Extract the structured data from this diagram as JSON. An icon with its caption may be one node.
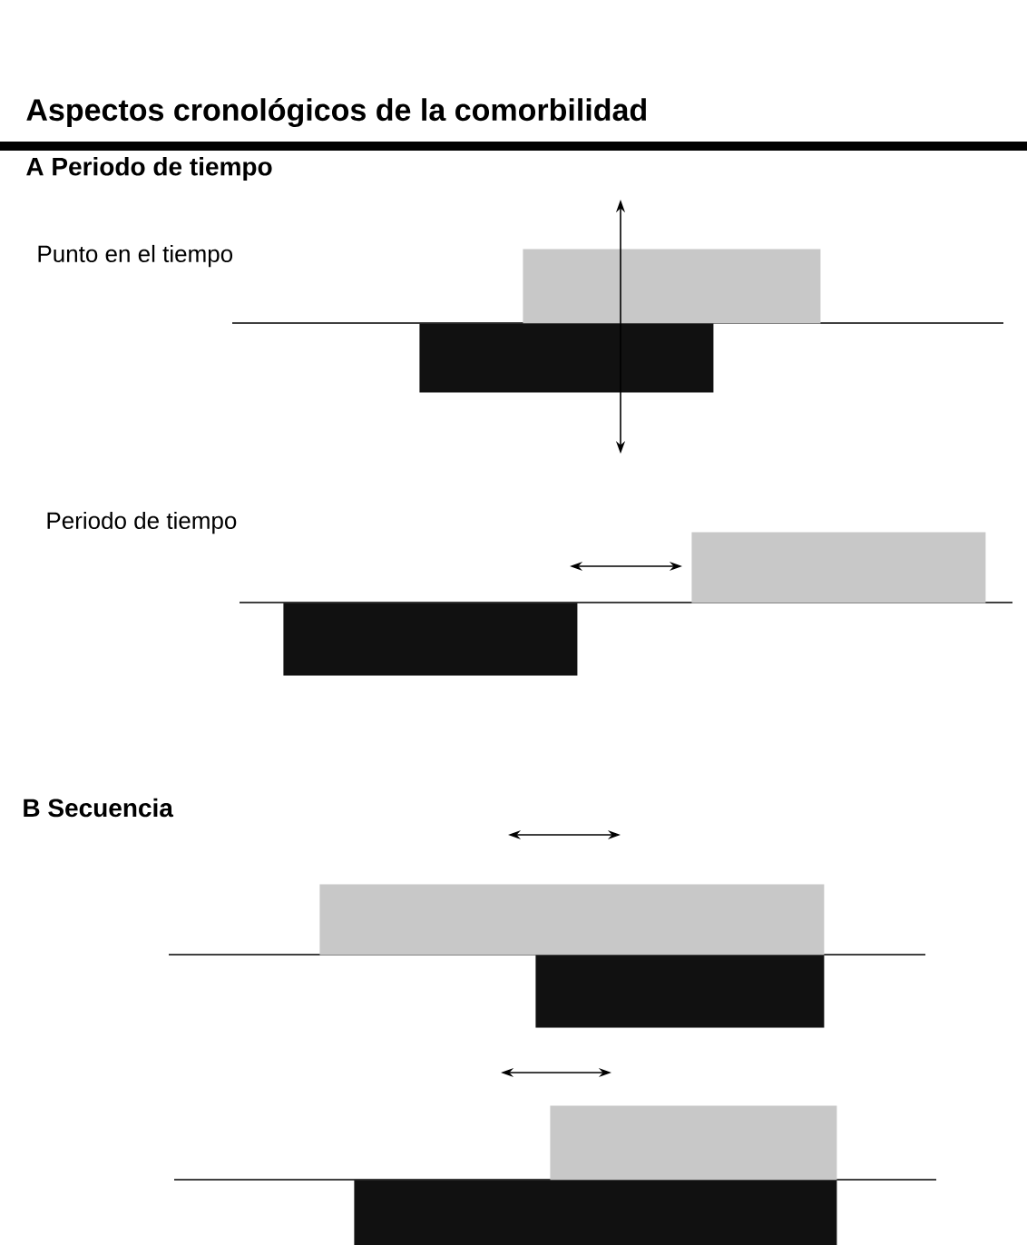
{
  "diagram": {
    "title": "Aspectos cronológicos de la comorbilidad",
    "nodes": [
      {
        "text": [],
        "shape": "bar"
      },
      {
        "text": [],
        "shape": "bar"
      },
      {
        "text": [],
        "shape": "bar"
      },
      {
        "text": [],
        "shape": "bar"
      },
      {
        "text": [],
        "shape": "bar"
      },
      {
        "text": [],
        "shape": "bar"
      },
      {
        "text": [],
        "shape": "bar"
      },
      {
        "text": [],
        "shape": "bar"
      }
    ],
    "labels": [
      "A Periodo de tiempo",
      "Punto en el tiempo",
      "Periodo de tiempo",
      "B Secuencia"
    ]
  }
}
